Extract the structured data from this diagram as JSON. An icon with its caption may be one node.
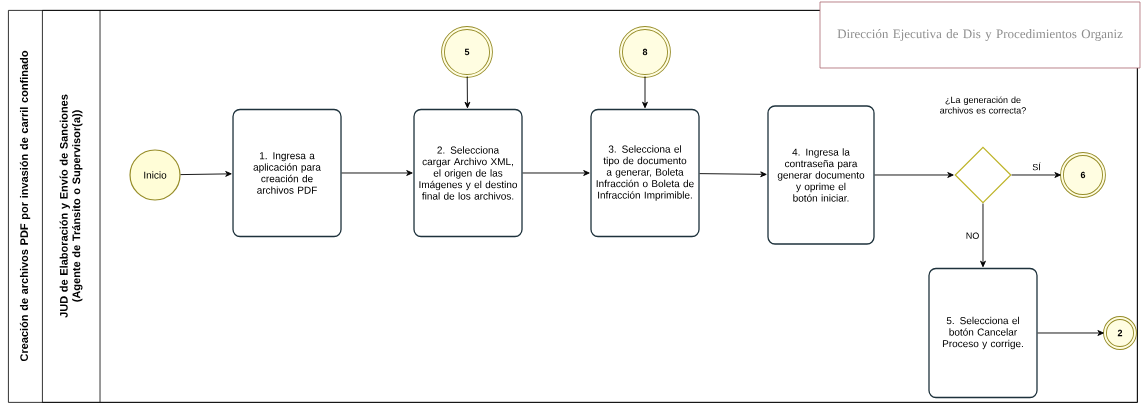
{
  "diagram": {
    "nodes": [
      {
        "text": [
          "Creación de archivos PDF por invasión de carril confinado"
        ]
      },
      {
        "text": [
          "JUD de Elaboración y Envío de Sanciones (Agente de Tránsito o Supervisor(a))"
        ],
        "in": 0
      },
      {
        "text": [
          "Inicio"
        ],
        "in": 1
      },
      {
        "text": [
          "1. Ingresa a aplicación para creación de archivos PDF"
        ],
        "in": 1
      },
      {
        "text": [
          "5"
        ],
        "in": 1
      },
      {
        "text": [
          "2. Selecciona cargar Archivo XML, el origen de las Imágenes y el destino final de los archivos."
        ],
        "in": 1
      },
      {
        "text": [
          "8"
        ],
        "in": 1
      },
      {
        "text": [
          "3. Selecciona el tipo de documento a generar, Boleta Infracción o Boleta de Infracción Imprimible."
        ],
        "in": 1
      },
      {
        "text": [
          "4. Ingresa la contraseña para generar documento y oprime el botón iniciar."
        ],
        "in": 1
      },
      {
        "text": [],
        "shape": "diamond",
        "in": 1,
        "beside": [
          "¿La generación de archivos es correcta?"
        ]
      },
      {
        "text": [
          "6"
        ],
        "in": 1
      },
      {
        "text": [
          "5. Selecciona el botón Cancelar Proceso y corrige."
        ],
        "in": 1
      },
      {
        "text": [
          "2"
        ],
        "in": 1
      },
      {
        "text": [
          "Dirección Ejecutiva de Dis y Procedimientos Organiz"
        ]
      }
    ],
    "edges": [
      {
        "from": 2,
        "to": 3,
        "arrow": "to"
      },
      {
        "from": 3,
        "to": 5,
        "arrow": "to"
      },
      {
        "from": 4,
        "to": 5,
        "arrow": "to"
      },
      {
        "from": 5,
        "to": 7,
        "arrow": "to"
      },
      {
        "from": 6,
        "to": 7,
        "arrow": "to"
      },
      {
        "from": 7,
        "to": 8,
        "arrow": "to"
      },
      {
        "from": 8,
        "to": 9,
        "arrow": "to"
      },
      {
        "from": 9,
        "to": 10,
        "arrow": "to",
        "label": "SÍ"
      },
      {
        "from": 9,
        "to": 11,
        "arrow": "to",
        "label": "NO"
      },
      {
        "from": 11,
        "to": 12,
        "arrow": "to"
      }
    ]
  }
}
